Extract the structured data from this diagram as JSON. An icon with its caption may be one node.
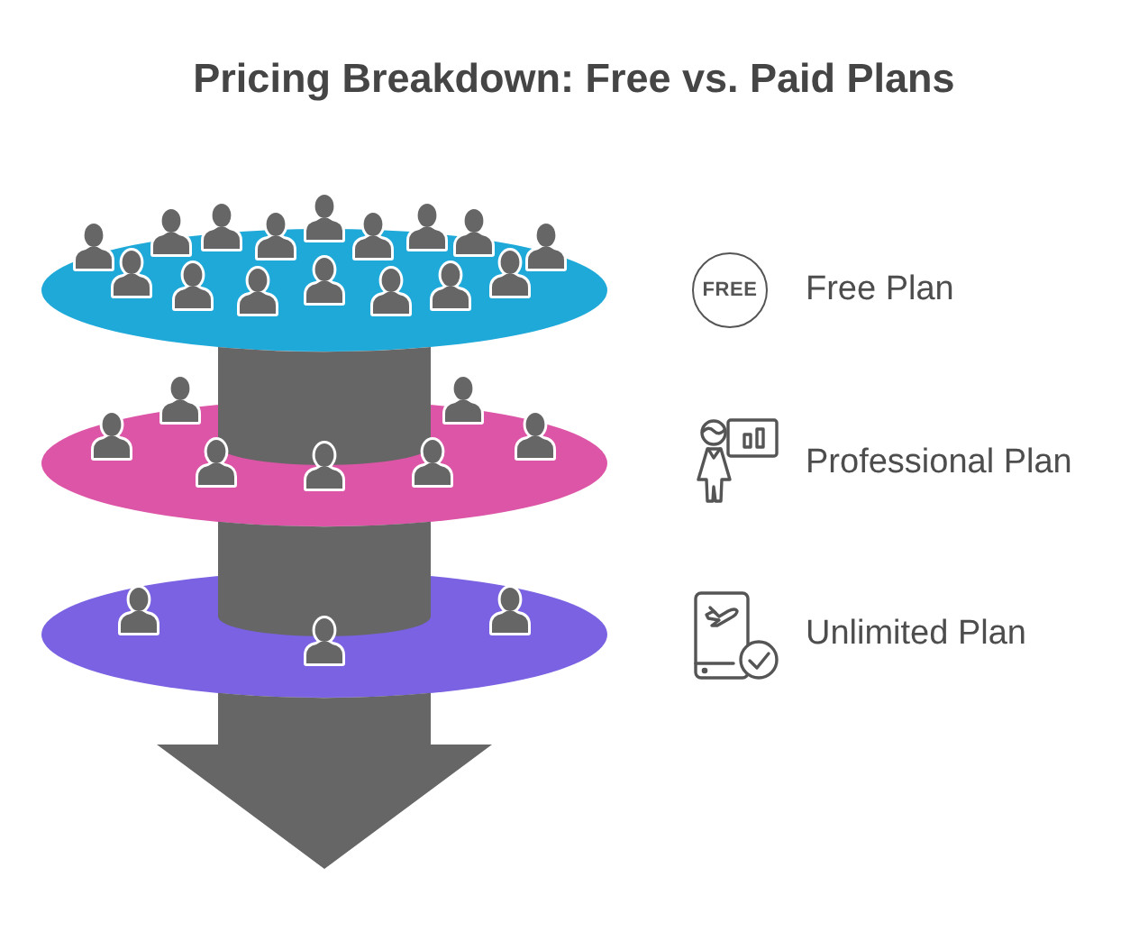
{
  "diagram": {
    "title": "Pricing Breakdown: Free vs. Paid Plans",
    "nodes": [
      {
        "text": [],
        "shape": "ellipse"
      },
      {
        "text": [],
        "shape": "ellipse"
      },
      {
        "text": [],
        "shape": "ellipse"
      }
    ],
    "labels": [
      "FREE",
      "Free Plan",
      "Professional Plan",
      "Unlimited Plan"
    ]
  }
}
